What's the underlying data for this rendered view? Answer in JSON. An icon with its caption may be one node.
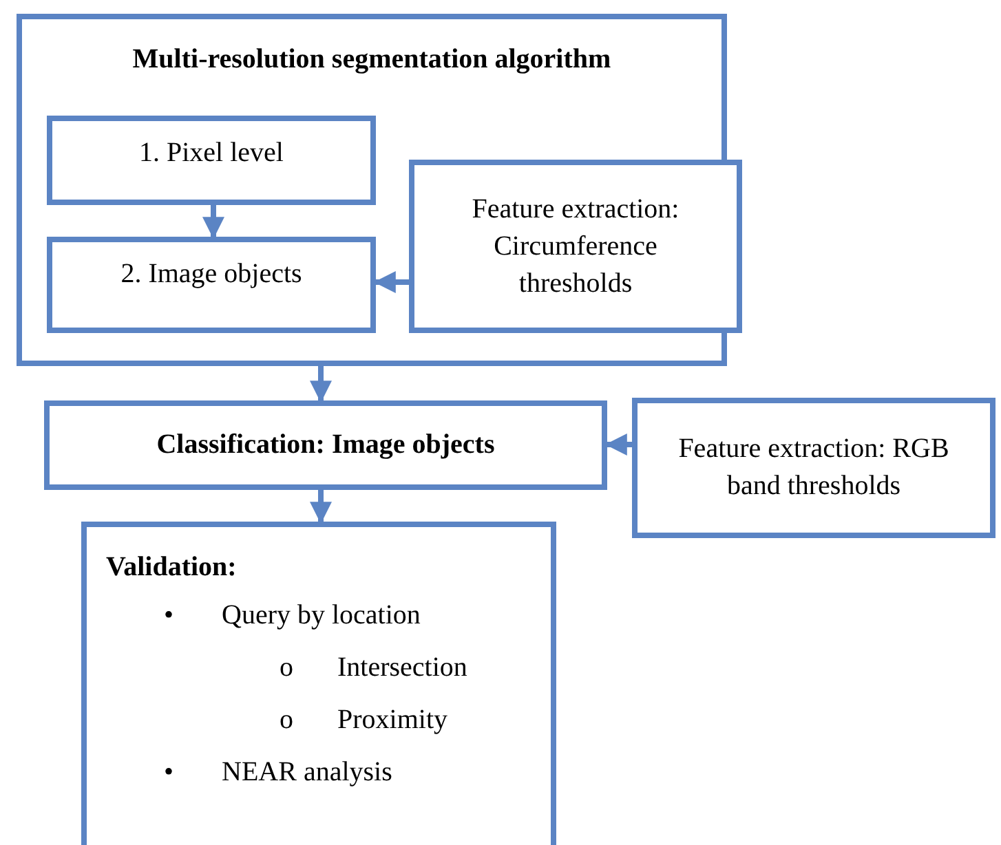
{
  "diagram": {
    "nodes": [
      {
        "text": [
          "Multi-resolution segmentation algorithm"
        ]
      },
      {
        "text": [
          "1. Pixel level"
        ],
        "in": 0
      },
      {
        "text": [
          "2. Image objects"
        ],
        "in": 0
      },
      {
        "text": [
          "Feature extraction: Circumference thresholds"
        ],
        "in": 0
      },
      {
        "text": [
          "Classification: Image objects"
        ]
      },
      {
        "text": [
          "Feature extraction: RGB band thresholds"
        ]
      },
      {
        "text": [
          "Validation:",
          "•",
          "Query by location",
          "o",
          "Intersection",
          "o",
          "Proximity",
          "•",
          "NEAR analysis"
        ]
      }
    ],
    "edges": [
      {
        "from": 1,
        "to": 2,
        "arrow": "to"
      },
      {
        "from": 3,
        "to": 2,
        "arrow": "to"
      },
      {
        "from": 0,
        "to": 4,
        "arrow": "to"
      },
      {
        "from": 5,
        "to": 4,
        "arrow": "to"
      },
      {
        "from": 4,
        "to": 6,
        "arrow": "to"
      }
    ]
  }
}
